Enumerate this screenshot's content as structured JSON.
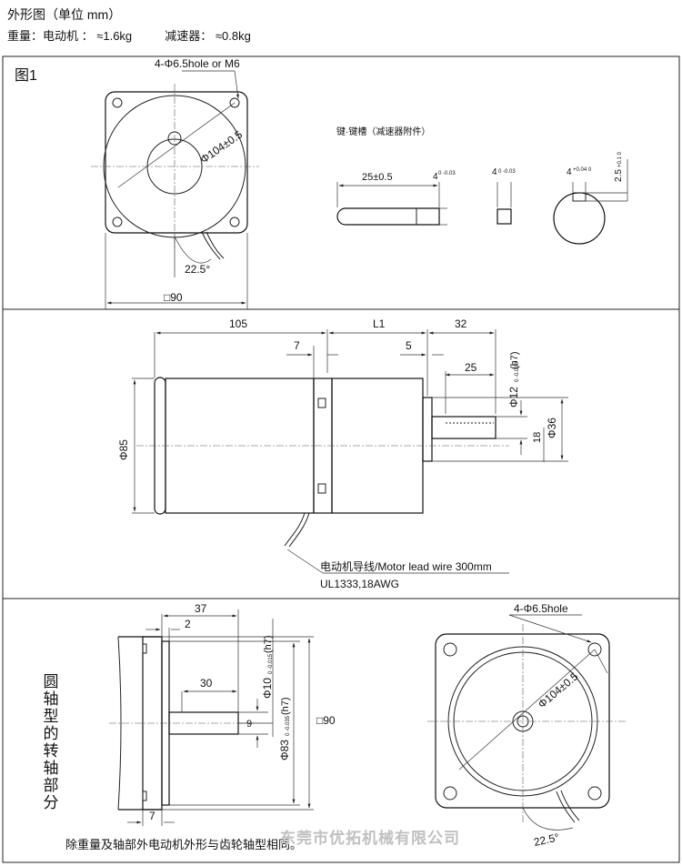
{
  "header": {
    "title": "外形图（单位 mm）",
    "weight_line": "重量：电动机 ： ≈1.6kg          减速器： ≈0.8kg"
  },
  "panel1": {
    "figure_label": "图1",
    "hole_note": "4-Φ6.5hole or M6",
    "pcd": "Φ104±0.5",
    "angle": "22.5°",
    "square": "□90",
    "key_title": "键·键槽（减速器附件）",
    "key_length": "25±0.5",
    "key_width": "4",
    "key_width_tol": "0  -0.03",
    "key_height": "4",
    "key_height_tol": "0  -0.03",
    "slot_width": "4",
    "slot_width_tol": "+0.04  0",
    "slot_depth": "2.5",
    "slot_depth_tol": "+0.1  0"
  },
  "panel2": {
    "len_motor": "105",
    "len_gear": "L1",
    "len_shaft": "32",
    "flange_7": "7",
    "flange_5": "5",
    "key_25": "25",
    "shaft_dia": "Φ12",
    "shaft_tol": "0  -0.018",
    "shaft_fit": "(h7)",
    "boss_dia": "Φ36",
    "offset_18": "18",
    "body_dia": "Φ85",
    "lead_wire": "电动机导线/Motor lead wire 300mm",
    "wire_spec": "UL1333,18AWG"
  },
  "panel3": {
    "vertical_label": "圆轴型的转轴部分",
    "len_37": "37",
    "len_2": "2",
    "len_30": "30",
    "len_7": "7",
    "dim_9": "9",
    "shaft_dia": "Φ10",
    "shaft_tol": "0  -0.015",
    "shaft_fit": "(h7)",
    "pilot_dia": "Φ83",
    "pilot_tol": "0  -0.035",
    "pilot_fit": "(h7)",
    "square": "□90",
    "hole_note": "4-Φ6.5hole",
    "pcd": "Φ104±0.5",
    "angle": "22.5°",
    "footnote": "除重量及轴部外电动机外形与齿轮轴型相同。",
    "watermark": "东莞市优拓机械有限公司"
  }
}
